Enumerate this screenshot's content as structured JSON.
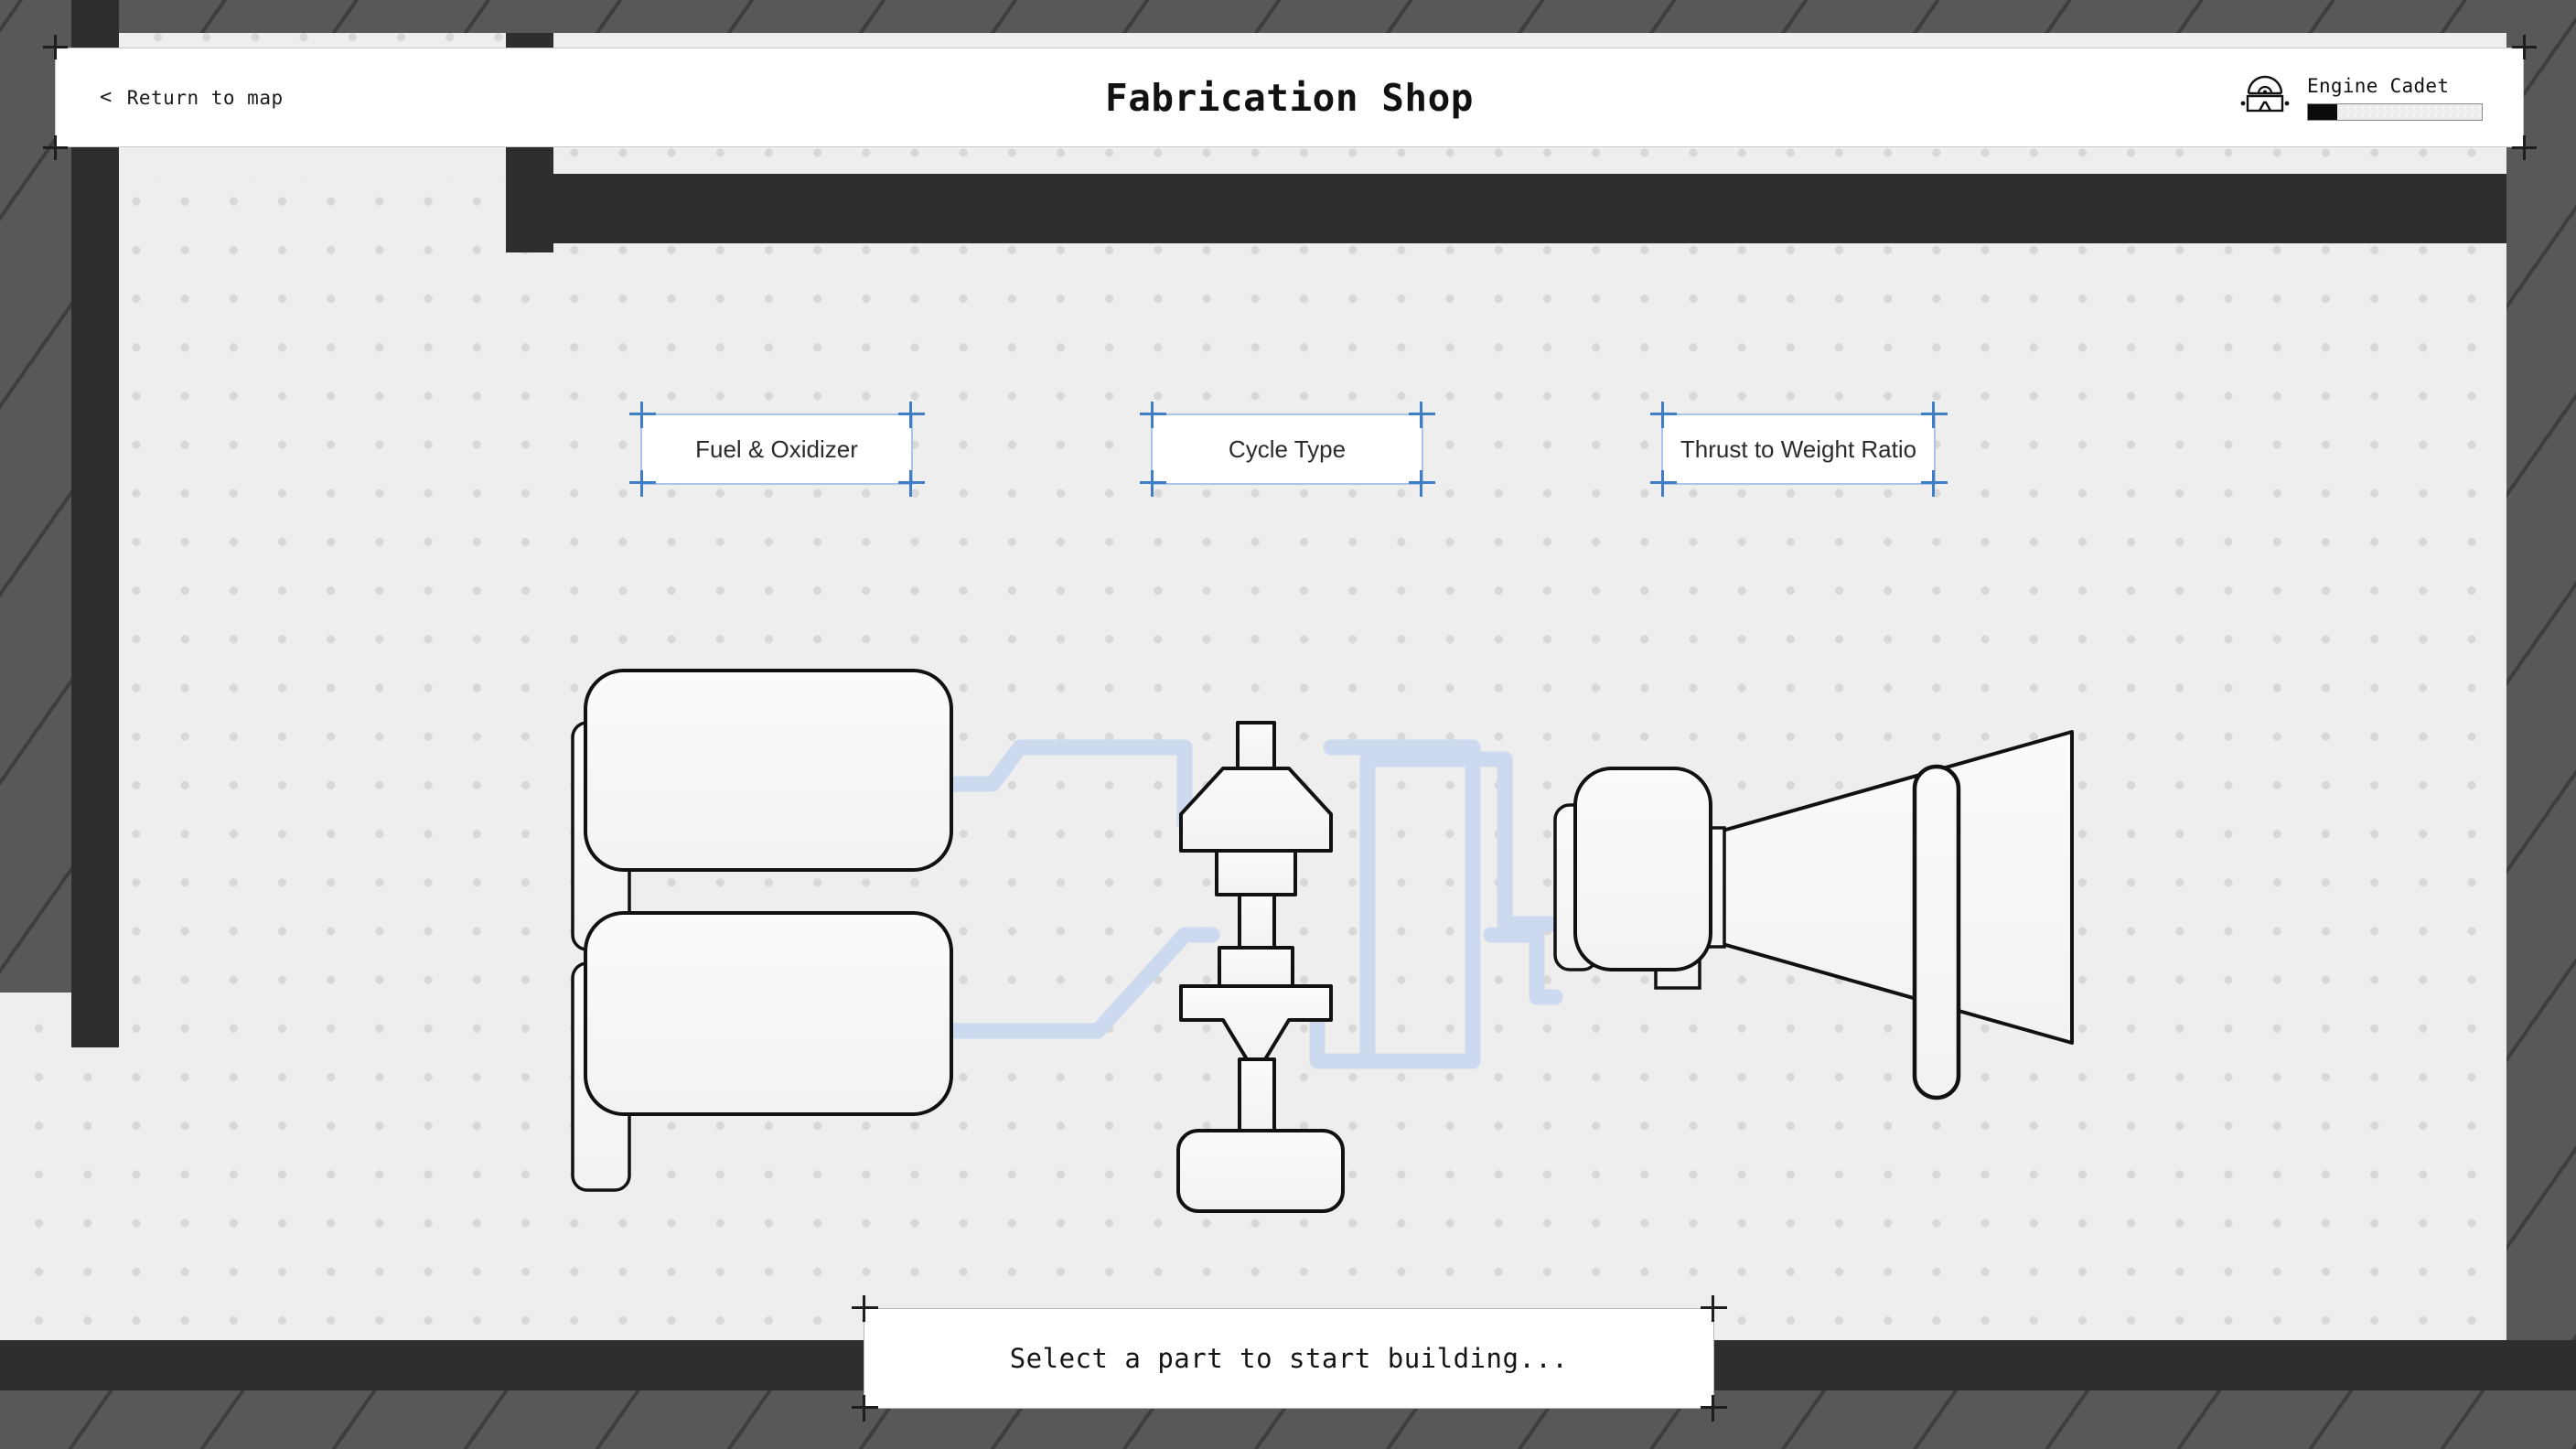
{
  "header": {
    "back_label": "Return to map",
    "back_icon": "chevron-left-icon",
    "title": "Fabrication Shop",
    "rank": {
      "icon": "helmet-goggles-icon",
      "name": "Engine Cadet",
      "progress_percent": 17
    }
  },
  "parts": {
    "items": [
      {
        "label": "Fuel & Oxidizer"
      },
      {
        "label": "Cycle Type"
      },
      {
        "label": "Thrust to Weight Ratio"
      }
    ]
  },
  "status": {
    "message": "Select a part to start building..."
  },
  "schematic": {
    "name": "rocket-engine-schematic",
    "components": [
      {
        "name": "fuel-tank"
      },
      {
        "name": "oxidizer-tank"
      },
      {
        "name": "turbopump"
      },
      {
        "name": "combustion-chamber"
      },
      {
        "name": "nozzle"
      },
      {
        "name": "plumbing-lines"
      }
    ]
  },
  "colors": {
    "accent_blue": "#a9c4e6",
    "marker_blue": "#3f7ec4",
    "pipe_blue": "#ccd9ee",
    "floor": "#eeeeee",
    "wall_dark": "#2e2e2e",
    "wall_mid": "#585858",
    "ink": "#141414"
  }
}
